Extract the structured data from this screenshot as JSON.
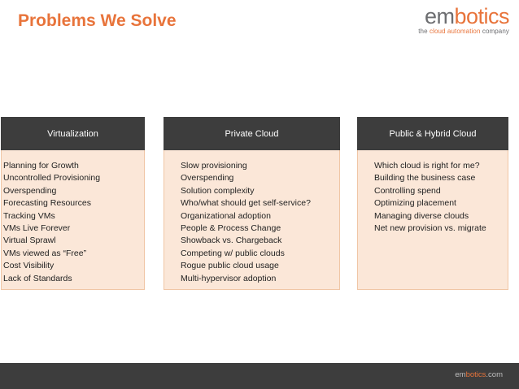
{
  "slide": {
    "title": "Problems We Solve"
  },
  "logo": {
    "word_part1": "em",
    "word_part2": "botics",
    "tagline_prefix": "the ",
    "tagline_accent": "cloud automation",
    "tagline_suffix": " company"
  },
  "columns": [
    {
      "heading": "Virtualization",
      "items": [
        "Planning for Growth",
        "Uncontrolled Provisioning",
        "Overspending",
        "Forecasting Resources",
        "Tracking VMs",
        "VMs Live Forever",
        "Virtual Sprawl",
        "VMs viewed as “Free”",
        "Cost Visibility",
        "Lack of Standards"
      ]
    },
    {
      "heading": "Private Cloud",
      "items": [
        "Slow provisioning",
        "Overspending",
        "Solution complexity",
        "Who/what should get self-service?",
        "Organizational adoption",
        "People & Process Change",
        "Showback vs. Chargeback",
        "Competing w/ public clouds",
        "Rogue public cloud usage",
        "Multi-hypervisor adoption"
      ]
    },
    {
      "heading": "Public & Hybrid Cloud",
      "items": [
        "Which cloud is right for me?",
        "Building the business case",
        "Controlling spend",
        "Optimizing placement",
        "Managing diverse clouds",
        "Net new provision vs. migrate"
      ]
    }
  ],
  "footer": {
    "link_part1": "em",
    "link_part2": "botics",
    "link_part3": ".com"
  },
  "colors": {
    "accent": "#e8743b",
    "header_bg": "#3d3d3d",
    "body_bg": "#fbe7d8"
  }
}
